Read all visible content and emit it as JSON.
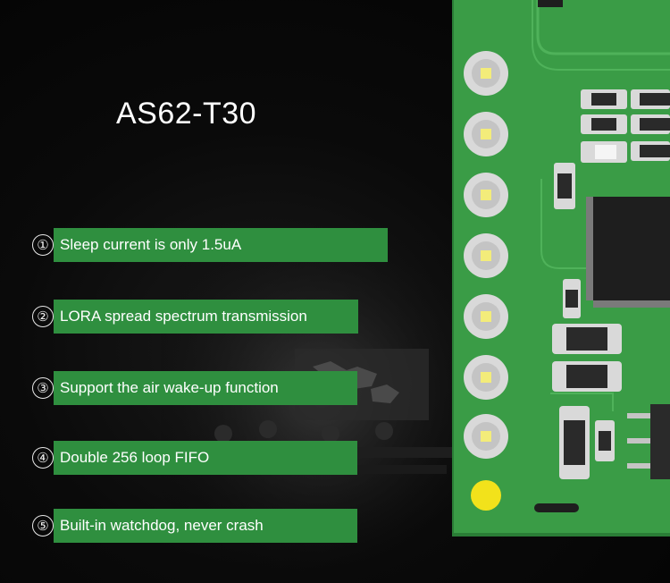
{
  "title": "AS62-T30",
  "features": [
    {
      "num": "①",
      "text": "Sleep current is only 1.5uA"
    },
    {
      "num": "②",
      "text": "LORA spread spectrum transmission"
    },
    {
      "num": "③",
      "text": "Support the air wake-up function"
    },
    {
      "num": "④",
      "text": "Double 256 loop FIFO"
    },
    {
      "num": "⑤",
      "text": "Built-in watchdog, never crash"
    }
  ],
  "colors": {
    "feature_bar": "#2f8f3f",
    "pcb": "#3a9c46",
    "background": "#050505"
  }
}
